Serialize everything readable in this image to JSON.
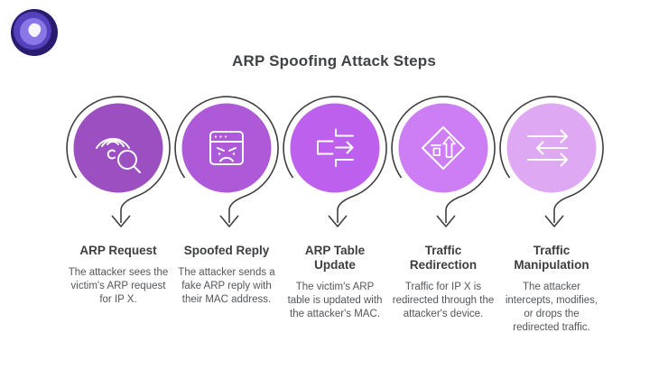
{
  "page": {
    "title": "ARP Spoofing Attack Steps",
    "background": "#ffffff"
  },
  "logo": {
    "icon": "vpn-brand-logo-icon",
    "colors": {
      "outer": "#2b1b70",
      "mid": "#5442bd",
      "inner": "#8a76e6",
      "pick": "#f6f4fd"
    }
  },
  "diagram": {
    "outline_color": "#3f3f3f",
    "icon_color": "#ffffff",
    "title_color": "#3b3e42",
    "description_color": "#53565a"
  },
  "steps": [
    {
      "title": "ARP Request",
      "description": "The attacker sees the victim's ARP request for IP X.",
      "color": "#9c4fc1",
      "icon": "wifi-scan-icon"
    },
    {
      "title": "Spoofed Reply",
      "description": "The attacker sends a fake ARP reply with their MAC address.",
      "color": "#ae5ad8",
      "icon": "angry-browser-icon"
    },
    {
      "title": "ARP Table Update",
      "description": "The victim's ARP table is updated with the attacker's MAC.",
      "color": "#bd60ee",
      "icon": "table-update-arrow-icon"
    },
    {
      "title": "Traffic Redirection",
      "description": "Traffic for IP X is redirected through the attacker's device.",
      "color": "#cd7ef5",
      "icon": "road-sign-redirect-icon"
    },
    {
      "title": "Traffic Manipulation",
      "description": "The attacker intercepts, modifies, or drops the redirected traffic.",
      "color": "#dfa8f2",
      "icon": "swap-arrows-icon"
    }
  ]
}
